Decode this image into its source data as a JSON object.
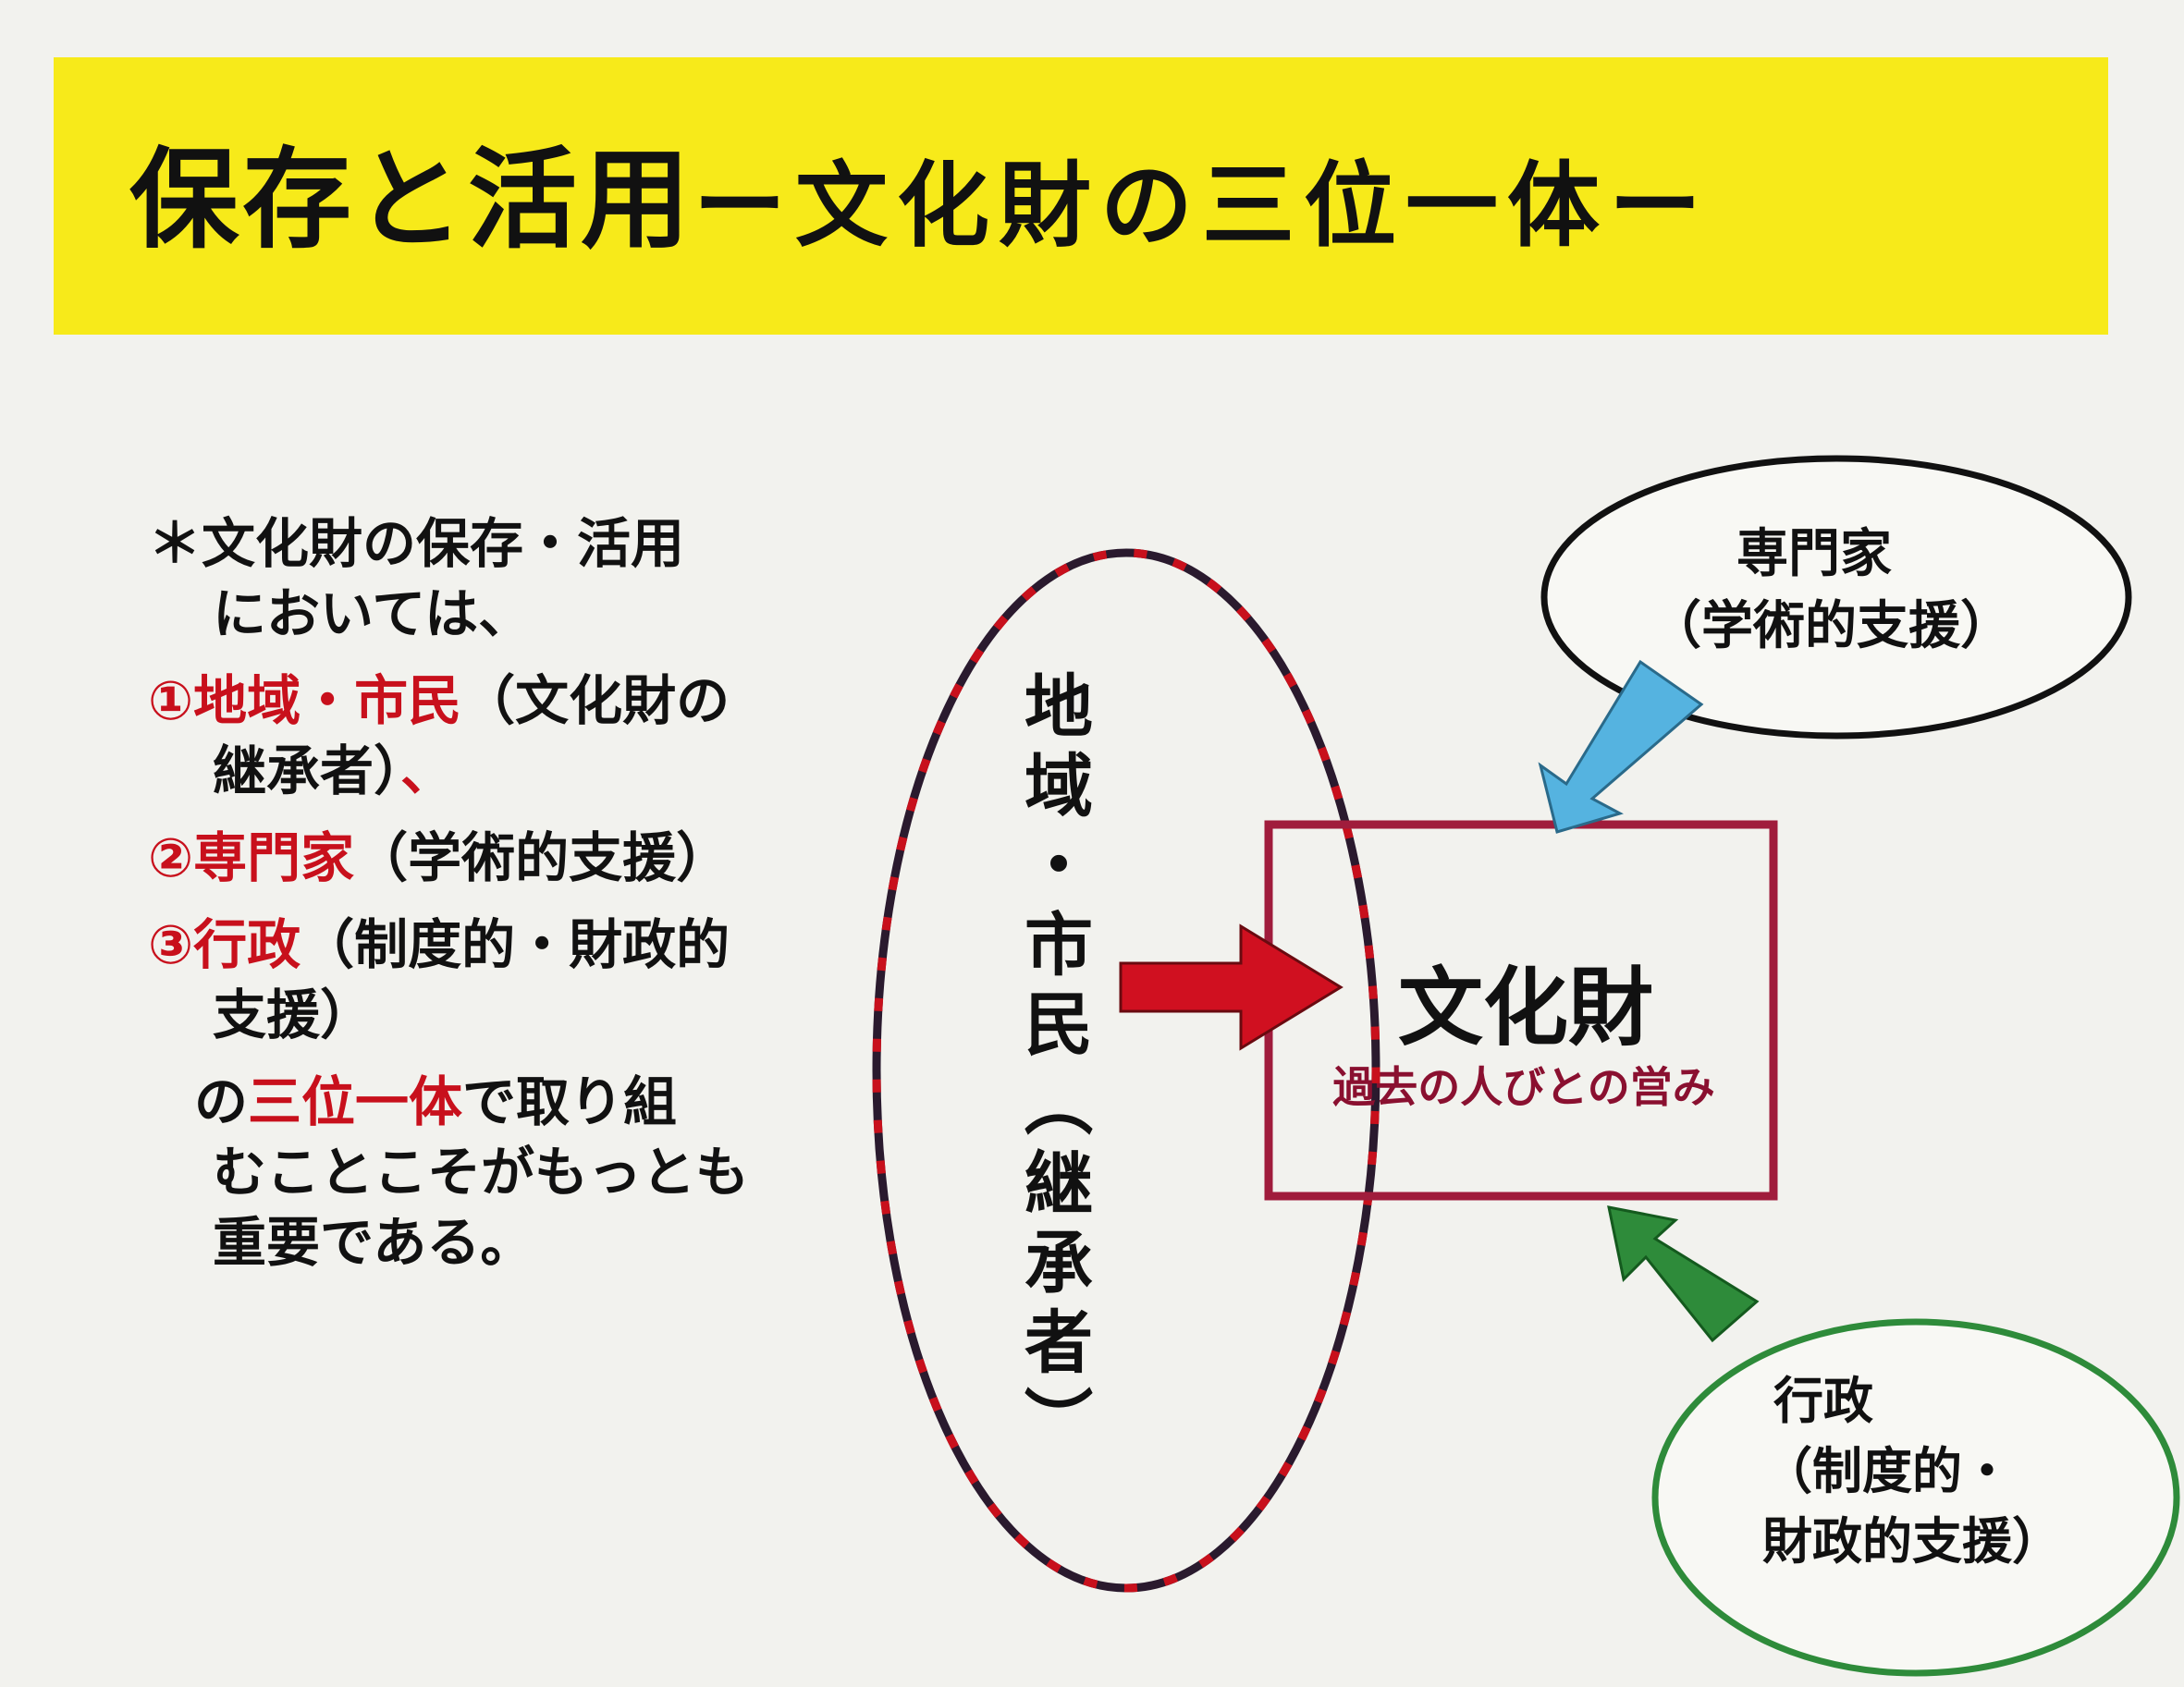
{
  "title": {
    "main": "保存と活用",
    "sub": "ー文化財の三位一体ー"
  },
  "left_text": {
    "intro_line1": "＊文化財の保存・活用",
    "intro_line2": "においては、",
    "item1_label": "①地域・市民",
    "item1_desc_a": "（文化財の",
    "item1_desc_b": "継承者）",
    "item1_sep": "、",
    "item2_label": "②専門家",
    "item2_desc": "（学術的支援）",
    "item3_label": "③行政",
    "item3_desc_a": "（制度的・財政的",
    "item3_desc_b": "支援）",
    "conclusion_pre": "の",
    "conclusion_red": "三位一体",
    "conclusion_post": "で取り組",
    "conclusion_line2": "むことこそがもっとも",
    "conclusion_line3": "重要である。"
  },
  "diagram": {
    "community_node": "地域・市民（継承者）",
    "center_title": "文化財",
    "center_subtitle": "過去の人びとの営み",
    "expert_line1": "専門家",
    "expert_line2": "（学術的支援）",
    "admin_line1": "行政",
    "admin_line2": "（制度的・",
    "admin_line3": "財政的支援）"
  },
  "colors": {
    "title_background": "#f7ea1a",
    "accent_red": "#c8101c",
    "box_border": "#a01c3c",
    "arrow_blue": "#55b3e0",
    "arrow_green": "#2e8b3a",
    "arrow_red": "#d01020",
    "ellipse_community": "#2a1a2e",
    "ellipse_expert": "#111111",
    "ellipse_admin": "#2e8b3a"
  }
}
